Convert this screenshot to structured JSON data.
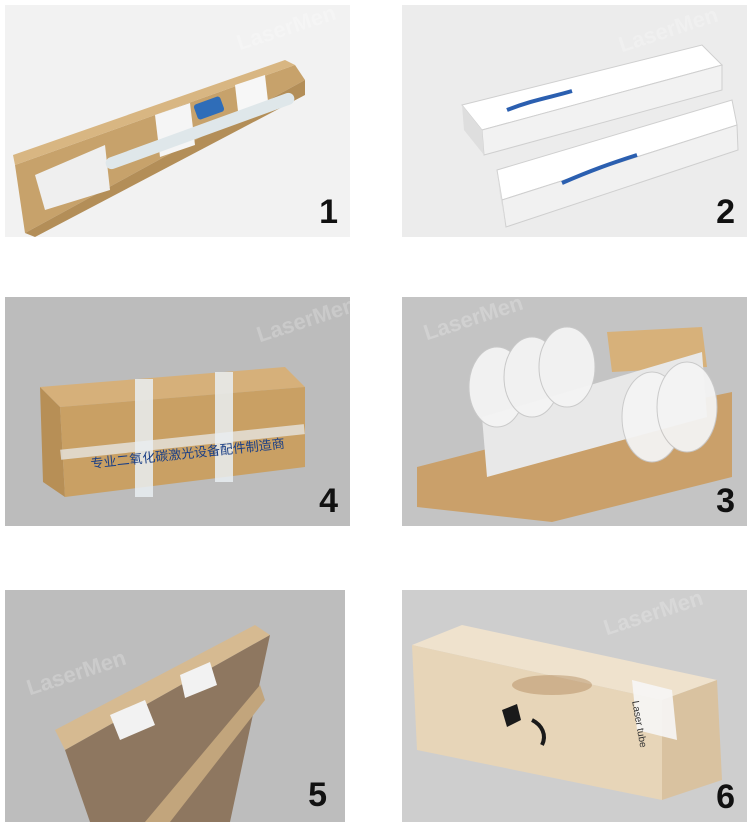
{
  "watermark": "LaserMen",
  "panels": [
    {
      "number": "1",
      "caption_scene": "open-cardboard-box-with-glass-laser-tube"
    },
    {
      "number": "2",
      "caption_scene": "sealed-white-product-boxes"
    },
    {
      "number": "4",
      "caption_scene": "taped-brown-shipping-carton",
      "carton_text": "专业二氧化碳激光设备配件制造商"
    },
    {
      "number": "3",
      "caption_scene": "box-packed-with-air-column-bags"
    },
    {
      "number": "5",
      "caption_scene": "carton-with-foam-corner-protectors"
    },
    {
      "number": "6",
      "caption_scene": "plywood-wooden-crate",
      "crate_label": "Laser tube"
    }
  ],
  "colors": {
    "background": "#ffffff",
    "cardboard": "#c9a36a",
    "studio_gray": "#b9b9b9",
    "plywood": "#e6d3b6"
  }
}
